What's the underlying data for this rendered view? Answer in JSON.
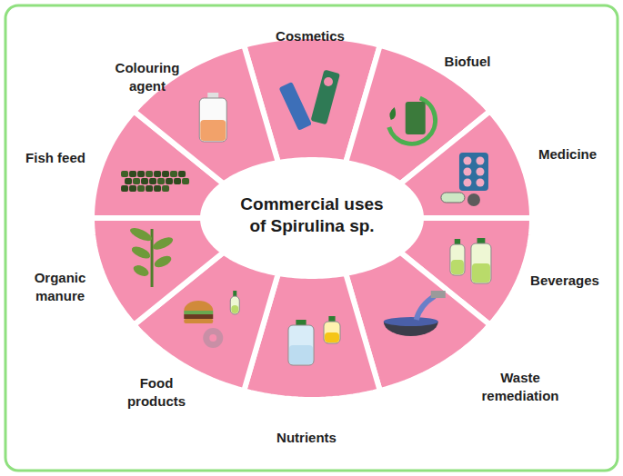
{
  "diagram": {
    "nodes": [
      {
        "text": [
          "Commercial uses of Spirulina sp."
        ]
      },
      {
        "text": [
          "Cosmetics"
        ]
      },
      {
        "text": [
          "Biofuel"
        ]
      },
      {
        "text": [
          "Medicine"
        ]
      },
      {
        "text": [
          "Beverages"
        ]
      },
      {
        "text": [
          "Waste remediation"
        ]
      },
      {
        "text": [
          "Nutrients"
        ]
      },
      {
        "text": [
          "Food products"
        ]
      },
      {
        "text": [
          "Organic manure"
        ]
      },
      {
        "text": [
          "Fish feed"
        ]
      },
      {
        "text": [
          "Colouring agent"
        ]
      }
    ]
  }
}
